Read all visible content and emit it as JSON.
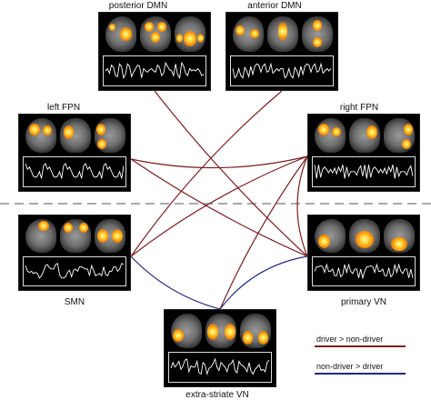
{
  "networks": [
    {
      "id": "posterior_dmn",
      "label": "posterior DMN"
    },
    {
      "id": "anterior_dmn",
      "label": "anterior DMN"
    },
    {
      "id": "left_fpn",
      "label": "left FPN"
    },
    {
      "id": "right_fpn",
      "label": "right FPN"
    },
    {
      "id": "smn",
      "label": "SMN"
    },
    {
      "id": "primary_vn",
      "label": "primary VN"
    },
    {
      "id": "extrastriate_vn",
      "label": "extra-striate VN"
    }
  ],
  "legend": {
    "driver_label": "driver > non-driver",
    "driver_color": "#7a1f1f",
    "nondriver_label": "non-driver > driver",
    "nondriver_color": "#1f2a7a"
  },
  "edges": [
    {
      "from": "posterior_dmn",
      "to": "primary_vn",
      "type": "driver"
    },
    {
      "from": "anterior_dmn",
      "to": "smn",
      "type": "driver"
    },
    {
      "from": "left_fpn",
      "to": "right_fpn",
      "type": "driver"
    },
    {
      "from": "left_fpn",
      "to": "primary_vn",
      "type": "driver"
    },
    {
      "from": "right_fpn",
      "to": "smn",
      "type": "driver"
    },
    {
      "from": "right_fpn",
      "to": "primary_vn",
      "type": "driver"
    },
    {
      "from": "right_fpn",
      "to": "extrastriate_vn",
      "type": "driver"
    },
    {
      "from": "smn",
      "to": "extrastriate_vn",
      "type": "nondriver"
    },
    {
      "from": "primary_vn",
      "to": "extrastriate_vn",
      "type": "nondriver"
    }
  ],
  "timeseries_pattern": [
    0.5,
    0.7,
    0.3,
    0.6,
    0.2,
    0.8,
    0.4,
    0.6,
    0.35,
    0.75,
    0.5,
    0.2,
    0.65,
    0.45,
    0.85,
    0.3,
    0.55,
    0.7,
    0.25,
    0.6,
    0.4,
    0.8,
    0.5,
    0.3,
    0.7,
    0.45,
    0.6,
    0.2,
    0.75,
    0.5,
    0.35,
    0.65,
    0.55,
    0.8,
    0.3,
    0.5,
    0.7,
    0.4,
    0.6,
    0.25,
    0.85,
    0.5,
    0.45,
    0.7,
    0.3,
    0.6,
    0.55,
    0.35,
    0.75,
    0.5
  ]
}
